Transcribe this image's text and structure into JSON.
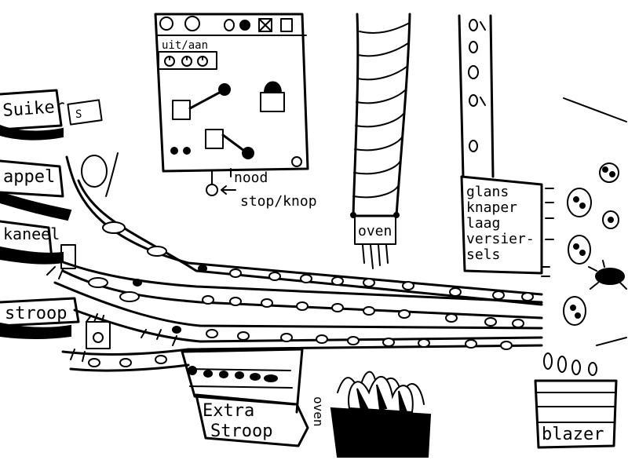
{
  "labels": {
    "suiker": "Suiker",
    "appel": "appel",
    "kaneel": "kaneel",
    "stroop": "stroop",
    "control_panel_switch": "uit/aan",
    "nood_line1": "nood",
    "nood_line2": "stop/knop",
    "oven": "oven",
    "glans": "glans",
    "knapper": "knaper",
    "laag": "laag",
    "versier1": "versier-",
    "versier2": "sels",
    "extra1": "Extra",
    "extra2": "Stroop",
    "oven_small": "oven",
    "blazer": "blazer"
  },
  "icons": {
    "panel_buttons": [
      "circle-icon",
      "circle-icon",
      "circle-icon",
      "filled-circle-icon",
      "x-box-icon",
      "box-icon"
    ],
    "knobs": [
      "knob-icon",
      "knob-icon",
      "knob-icon"
    ]
  },
  "colors": {
    "ink": "#000000",
    "paper": "#ffffff"
  }
}
